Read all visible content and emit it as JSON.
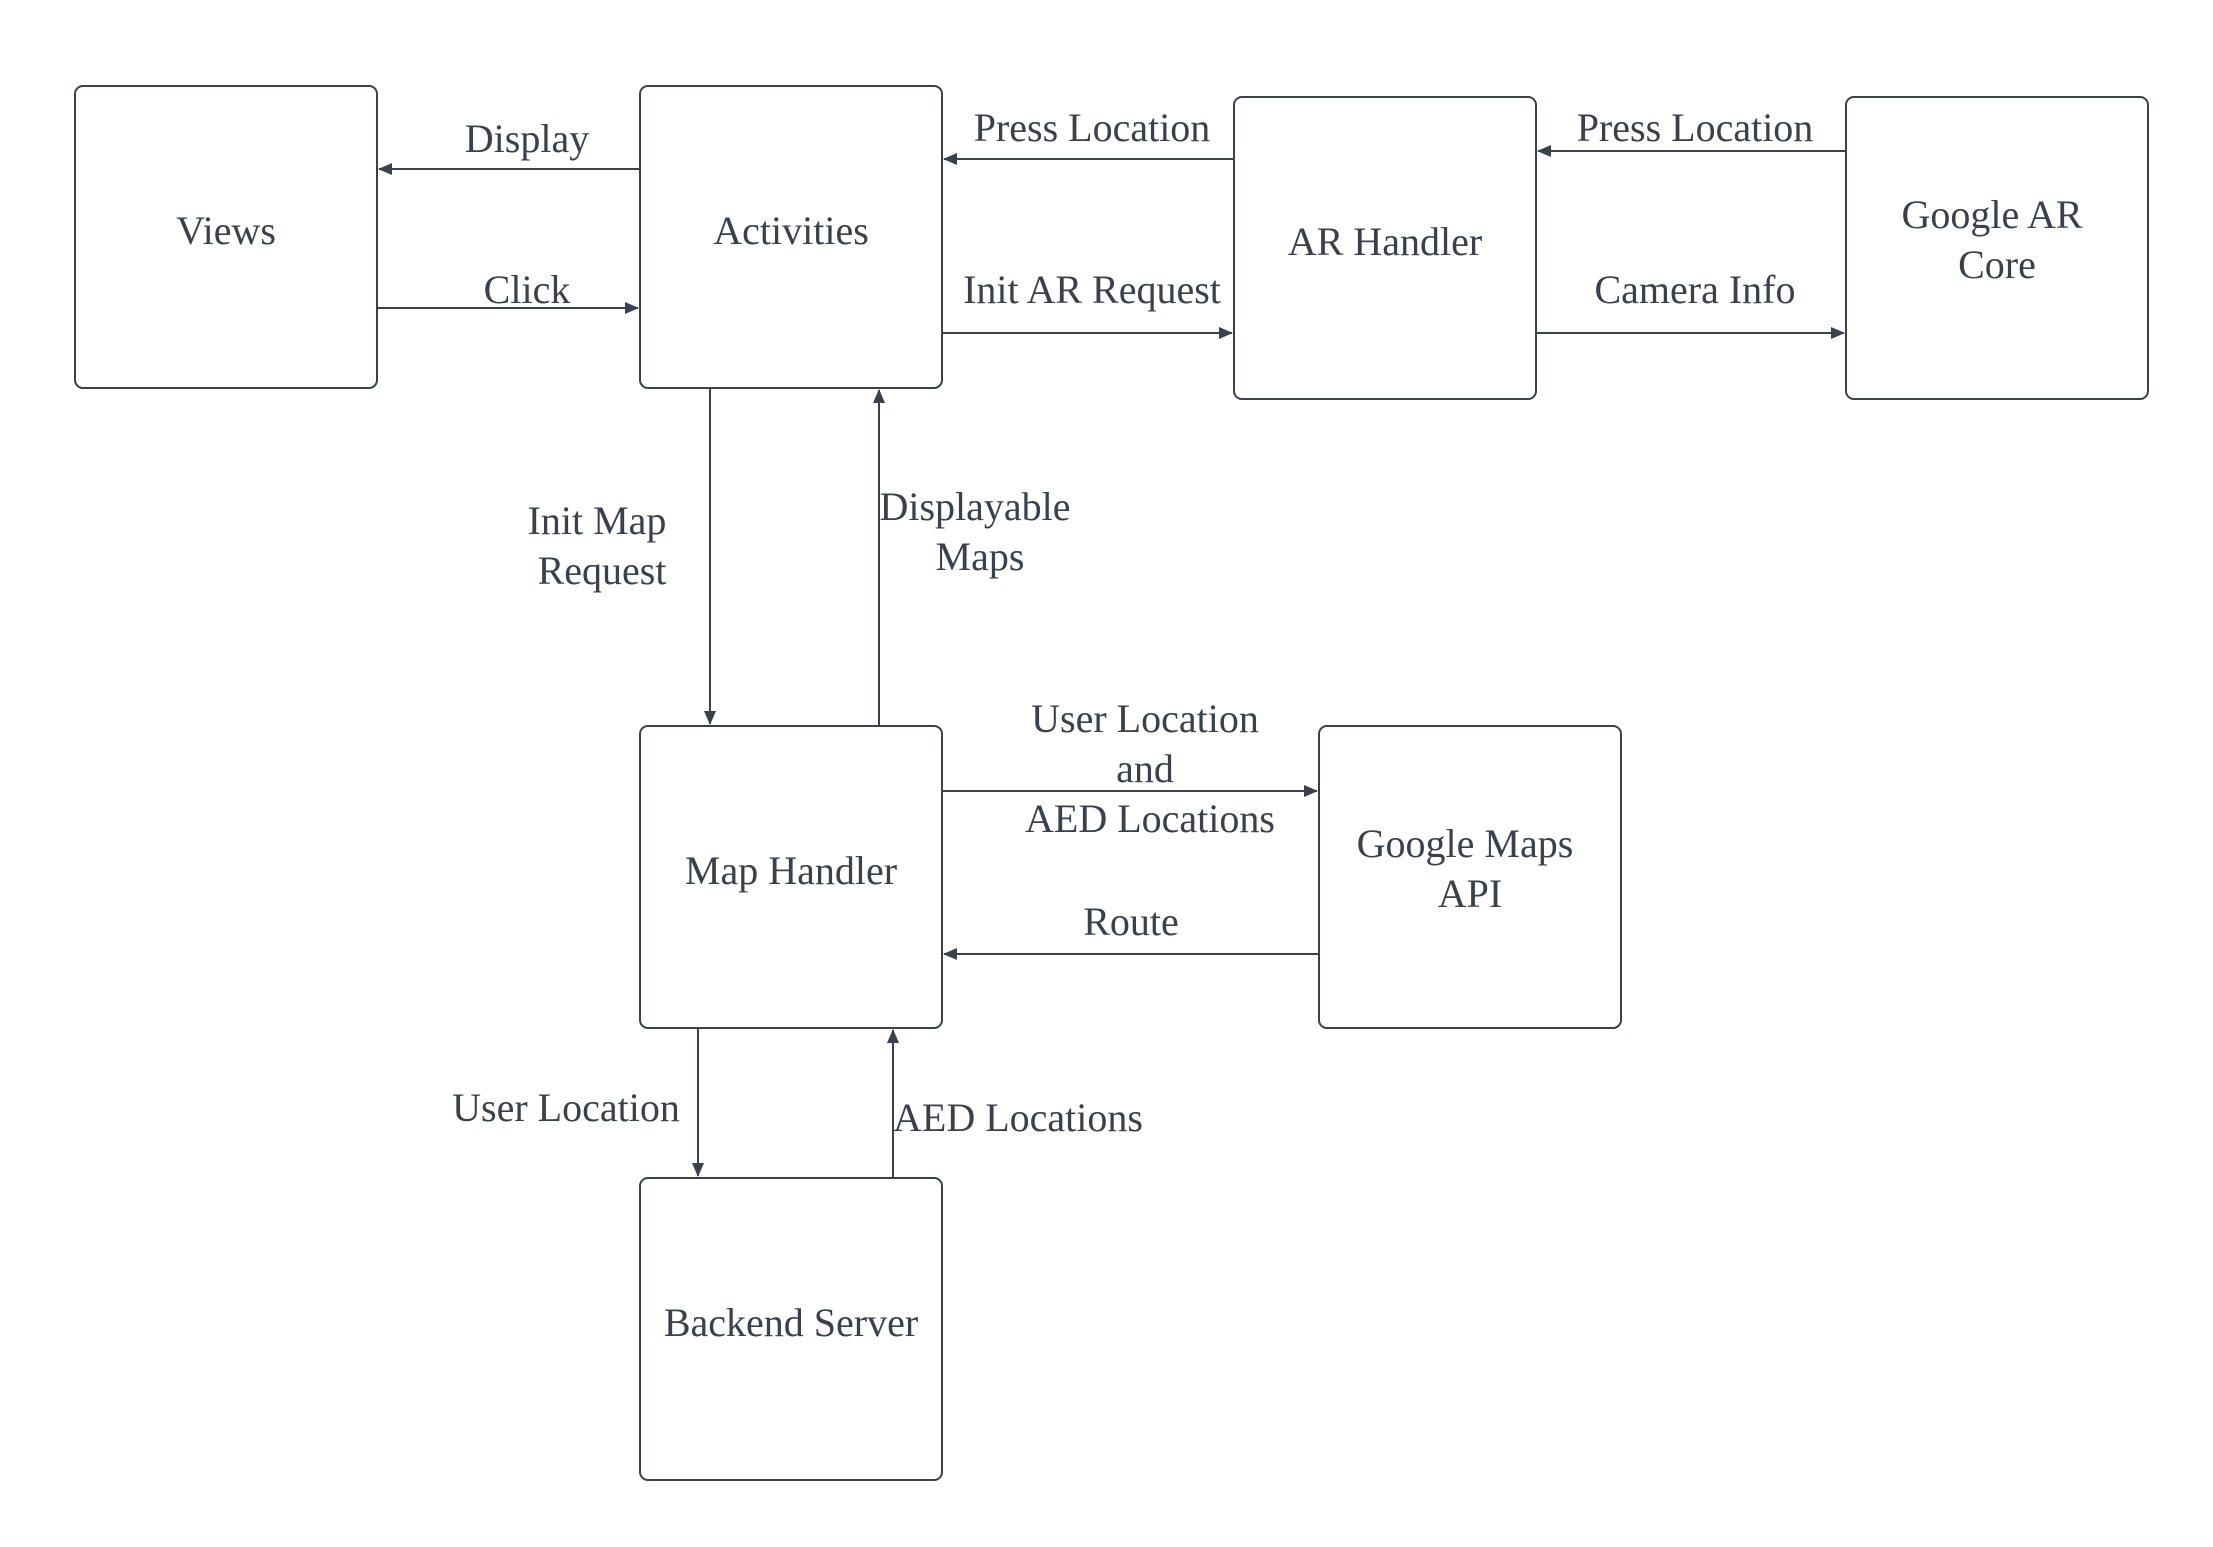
{
  "colors": {
    "stroke": "#3a414a",
    "text": "#3a414a",
    "background": "#ffffff"
  },
  "nodes": {
    "views": {
      "label": "Views"
    },
    "activities": {
      "label": "Activities"
    },
    "ar_handler": {
      "label": "AR Handler"
    },
    "google_ar_core": {
      "line1": "Google AR",
      "line2": "Core"
    },
    "map_handler": {
      "label": "Map Handler"
    },
    "google_maps_api": {
      "line1": "Google Maps",
      "line2": "API"
    },
    "backend_server": {
      "label": "Backend Server"
    }
  },
  "edges": {
    "display": {
      "label": "Display"
    },
    "click": {
      "label": "Click"
    },
    "press_location_1": {
      "label": "Press Location"
    },
    "init_ar_request": {
      "label": "Init AR Request"
    },
    "press_location_2": {
      "label": "Press Location"
    },
    "camera_info": {
      "label": "Camera Info"
    },
    "init_map_request": {
      "line1": "Init Map",
      "line2": "Request"
    },
    "displayable_maps": {
      "line1": "Displayable",
      "line2": "Maps"
    },
    "user_location_and_aed": {
      "line1": "User Location",
      "line2": "and",
      "line3": "AED Locations"
    },
    "route": {
      "label": "Route"
    },
    "user_location": {
      "label": "User Location"
    },
    "aed_locations": {
      "label": "AED Locations"
    }
  }
}
